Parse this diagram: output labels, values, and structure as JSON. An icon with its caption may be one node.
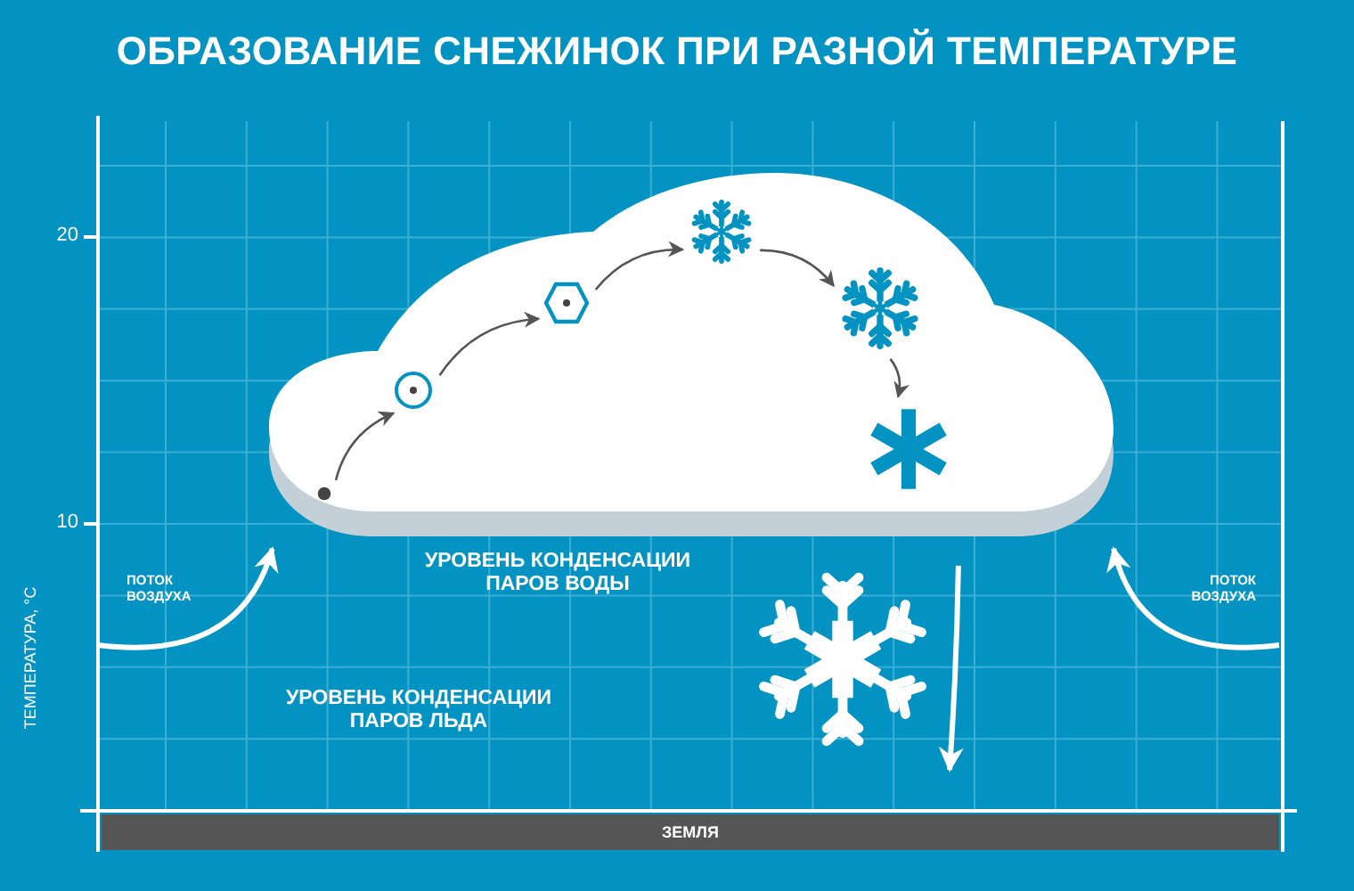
{
  "diagram": {
    "title": "ОБРАЗОВАНИЕ СНЕЖИНОК ПРИ РАЗНОЙ ТЕМПЕРАТУРЕ",
    "nodes": [
      {
        "text": [],
        "shape": "cloud"
      },
      {
        "text": [],
        "shape": "circle",
        "in": 0
      },
      {
        "text": [],
        "shape": "circle",
        "in": 0
      },
      {
        "text": [],
        "shape": "hexagon",
        "in": 0
      },
      {
        "text": [],
        "shape": "picture",
        "in": 0
      },
      {
        "text": [],
        "shape": "picture",
        "in": 0
      },
      {
        "text": [],
        "shape": "picture",
        "in": 0
      },
      {
        "text": [],
        "shape": "picture"
      },
      {
        "text": [
          "ЗЕМЛЯ"
        ]
      }
    ],
    "edges": [
      {
        "from": 1,
        "to": 2,
        "arrow": "to"
      },
      {
        "from": 2,
        "to": 3,
        "arrow": "to"
      },
      {
        "from": 3,
        "to": 4,
        "arrow": "to"
      },
      {
        "from": 4,
        "to": 5,
        "arrow": "to"
      },
      {
        "from": 5,
        "to": 6,
        "arrow": "to"
      },
      {
        "from": null,
        "to": 0,
        "arrow": "to",
        "style": "thick",
        "color": "#ffffff"
      },
      {
        "from": null,
        "to": 0,
        "arrow": "to",
        "style": "thick",
        "color": "#ffffff"
      },
      {
        "from": 0,
        "to": 7,
        "arrow": "to",
        "style": "thick",
        "color": "#ffffff"
      }
    ],
    "labels": [
      "20",
      "10",
      "ТЕМПЕРАТУРА, °C",
      "ПОТОК ВОЗДУХА",
      "ПОТОК ВОЗДУХА",
      "УРОВЕНЬ КОНДЕНСАЦИИ ПАРОВ ВОДЫ",
      "УРОВЕНЬ КОНДЕНСАЦИИ ПАРОВ ЛЬДА"
    ]
  }
}
